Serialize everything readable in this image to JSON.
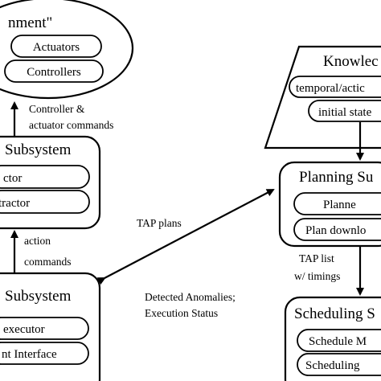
{
  "environment": {
    "title": "nment\"",
    "items": [
      "Actuators",
      "Controllers"
    ]
  },
  "knowledge": {
    "title": "Knowlec",
    "items": [
      "temporal/actic",
      "initial state"
    ]
  },
  "controller_arrow": {
    "line1": "Controller &",
    "line2": "actuator commands"
  },
  "exec_subsystem": {
    "title": "Subsystem",
    "items": [
      "ctor",
      "tractor"
    ]
  },
  "action_arrow": {
    "line1": "action",
    "line2": "commands"
  },
  "tap_plans": {
    "label": "TAP plans"
  },
  "planning": {
    "title": "Planning Su",
    "items": [
      "Planne",
      "Plan downlo"
    ]
  },
  "tap_list": {
    "line1": "TAP list",
    "line2": "w/ timings"
  },
  "lower_subsystem": {
    "title": "Subsystem",
    "items": [
      "executor",
      "nt Interface"
    ]
  },
  "anomalies": {
    "line1": "Detected Anomalies;",
    "line2": "Execution Status"
  },
  "scheduling": {
    "title": "Scheduling S",
    "items": [
      "Schedule M",
      "Scheduling"
    ]
  }
}
